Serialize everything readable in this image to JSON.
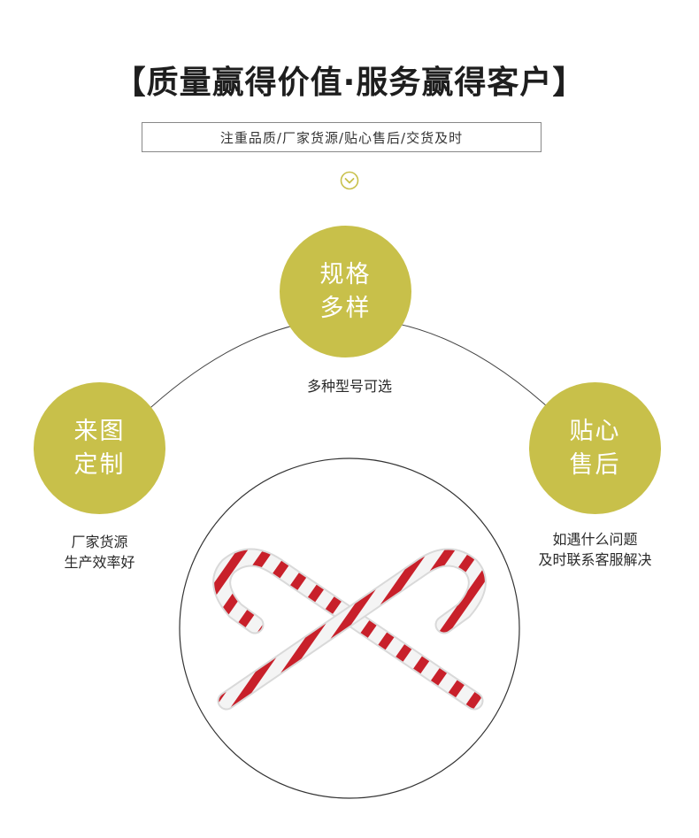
{
  "header": {
    "title": "【质量赢得价值·服务赢得客户】",
    "subtitle": "注重品质/厂家货源/贴心售后/交货及时"
  },
  "colors": {
    "accent": "#c8c04a",
    "circle_text": "#ffffff",
    "cane_red": "#c8202a",
    "cane_white": "#f4f4f4"
  },
  "features": {
    "top": {
      "line1": "规格",
      "line2": "多样",
      "caption": "多种型号可选"
    },
    "left": {
      "line1": "来图",
      "line2": "定制",
      "caption1": "厂家货源",
      "caption2": "生产效率好"
    },
    "right": {
      "line1": "贴心",
      "line2": "售后",
      "caption1": "如遇什么问题",
      "caption2": "及时联系客服解决"
    }
  },
  "icons": {
    "down": "chevron-down-circle-icon"
  },
  "product": {
    "image": "candy-cane-pair-image"
  }
}
